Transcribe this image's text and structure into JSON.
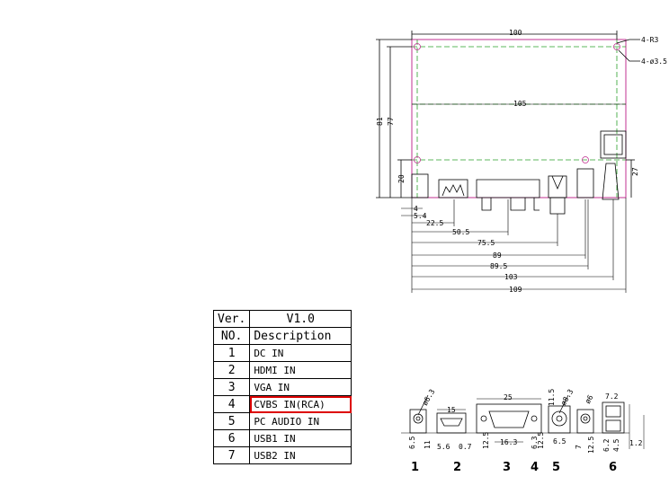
{
  "version_table": {
    "header": {
      "ver_label": "Ver.",
      "ver_value": "V1.0"
    },
    "columns": {
      "no_label": "NO.",
      "desc_label": "Description"
    },
    "rows": [
      {
        "no": "1",
        "desc": "DC  IN"
      },
      {
        "no": "2",
        "desc": "HDMI IN"
      },
      {
        "no": "3",
        "desc": "VGA IN"
      },
      {
        "no": "4",
        "desc": "CVBS IN(RCA)",
        "highlighted": true
      },
      {
        "no": "5",
        "desc": "PC AUDIO IN"
      },
      {
        "no": "6",
        "desc": "USB1 IN"
      },
      {
        "no": "7",
        "desc": "USB2 IN"
      }
    ]
  },
  "top_view": {
    "dims": {
      "width": "100",
      "radius": "4-R3",
      "hole": "4-ø3.5",
      "height_total": "81",
      "height_hole": "77",
      "inner_width": "105",
      "usb_height": "27",
      "dc_height": "20",
      "small_a": "4",
      "small_b": "5.4",
      "h1": "22.5",
      "h2": "50.5",
      "h3": "75.5",
      "h4": "89",
      "h5": "89.5",
      "h6": "103",
      "h7": "109"
    }
  },
  "side_view": {
    "labels": [
      "1",
      "2",
      "3",
      "4",
      "5",
      "6"
    ],
    "dims": {
      "dc_dia": "ø6.3",
      "dc_h1": "6.5",
      "dc_h2": "11",
      "hdmi_w": "15",
      "hdmi_a": "5.6",
      "hdmi_b": "0.7",
      "vga_w": "25",
      "vga_a": "12.5",
      "vga_b": "16.3",
      "vga_c": "6.3",
      "vga_d": "12.5",
      "rca_a": "11.5",
      "rca_dia": "ø8.3",
      "rca_b": "6.5",
      "aud_dia": "ø6",
      "aud_a": "7",
      "aud_b": "12.5",
      "usb_w": "7.2",
      "usb_a": "6.2",
      "usb_b": "4.5",
      "usb_c": "1.2"
    }
  }
}
